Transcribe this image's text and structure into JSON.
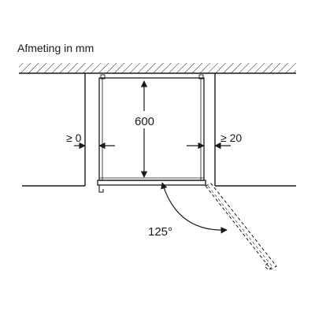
{
  "title": "Afmeting in mm",
  "dimensions": {
    "height": "600",
    "left_gap": "≥ 0",
    "right_gap": "≥ 20",
    "door_angle": "125°"
  },
  "colors": {
    "line": "#1a1a1a",
    "background": "#ffffff"
  }
}
